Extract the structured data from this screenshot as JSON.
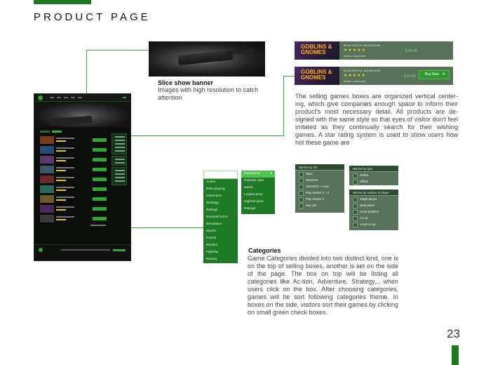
{
  "header": {
    "title": "PRODUCT PAGE"
  },
  "page_number": "23",
  "slide_section": {
    "title": "Slice show banner",
    "text": "Images with high resolution to catch attention"
  },
  "game_boxes": {
    "items": [
      {
        "name": "BLACKROCK MOUNTAIN",
        "stars": "★★★★★",
        "category": "Action, Adventure",
        "price": "$ 59.99",
        "logo": "GOBLINS & GNOMES"
      },
      {
        "name": "BLACKROCK MOUNTAIN",
        "stars": "★★★★★",
        "category": "Action, Adventure",
        "price": "$ 59.99",
        "logo": "GOBLINS & GNOMES",
        "buy_label": "Buy Now"
      }
    ],
    "description": "The selling games boxes are organized vertical center-ing, which give companies enough space to inform their product's most necessary detail. All products are de-signed with the same style so that eyes of visitor don't feel irritated as they continually search for their wishing games.  A star rating system is used to show users how hot these game are"
  },
  "categories_menu": {
    "genres": [
      "Action",
      "Role-playing",
      "Adventure",
      "Strategy",
      "Ratings",
      "Survival horror",
      "Simulation",
      "Sports",
      "Puzzle",
      "Rhythm",
      "Fighting",
      "Racing"
    ],
    "sort_header": "Relevance",
    "sort_options": [
      "Release date",
      "Name",
      "Lowest price",
      "Highest price",
      "Ratings"
    ]
  },
  "filters": {
    "os": {
      "title": "Narrow by OS",
      "options": [
        "Xbox",
        "Windows",
        "SteamOS + Linux",
        "Play Station 2 + 3",
        "Play Station 4",
        "Mac OS"
      ]
    },
    "type": {
      "title": "Narrow by type",
      "options": [
        "Online",
        "Offline"
      ]
    },
    "players": {
      "title": "Narrow by number of player",
      "options": [
        "Single-player",
        "Multi-player",
        "Cross platform",
        "Co-op",
        "Local Co-op"
      ]
    }
  },
  "categories_section": {
    "title": "Categories",
    "text": "Game Categories divided into two distinct kind, one is on the top of selling boxes, another is set on the side of the page. The box on top will be listing all categories like Ac-tion, Adventure, Strategy,.. when users click on the box. After choosing categories, games will be sort following categories theme. In boxes on the side, visitors sort their games by clicking on small green check boxes."
  },
  "colors": {
    "accent": "#1c7a1c",
    "box": "#587259",
    "line": "#3aa83a"
  }
}
